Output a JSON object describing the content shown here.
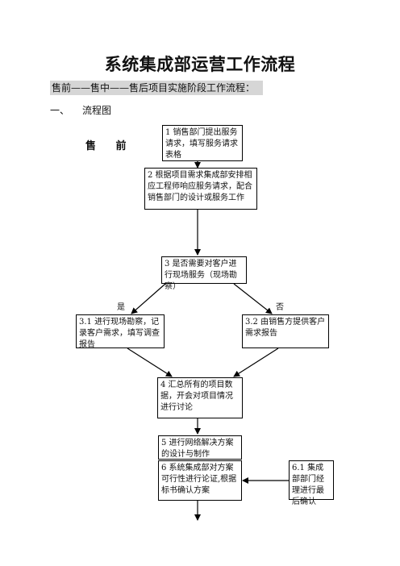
{
  "document": {
    "title": "系统集成部运营工作流程",
    "subtitle": "售前——售中——售后项目实施阶段工作流程：",
    "section_number": "一、",
    "section_title": "流程图",
    "phase_label": "售 前"
  },
  "flowchart": {
    "steps": [
      {
        "id": "1",
        "text": "1 销售部门提出服务请求，填写服务请求表格"
      },
      {
        "id": "2",
        "text": "2 根据项目需求集成部安排相应工程师响应服务请求，配合销售部门的设计或服务工作"
      },
      {
        "id": "3",
        "text": "3 是否需要对客户进行现场服务（现场勘察）"
      },
      {
        "id": "3.1",
        "text": "3.1 进行现场勘察，记录客户需求，填写调查报告"
      },
      {
        "id": "3.2",
        "text": "3.2 由销售方提供客户需求报告"
      },
      {
        "id": "4",
        "text": "4 汇总所有的项目数据，开会对项目情况进行讨论"
      },
      {
        "id": "5",
        "text": "5 进行网络解决方案的设计与制作"
      },
      {
        "id": "6",
        "text": "6 系统集成部对方案可行性进行论证,根据标书确认方案"
      },
      {
        "id": "6.1",
        "text": "6.1 集成部部门经理进行最后确认"
      }
    ],
    "branch_yes": "是",
    "branch_no": "否"
  }
}
